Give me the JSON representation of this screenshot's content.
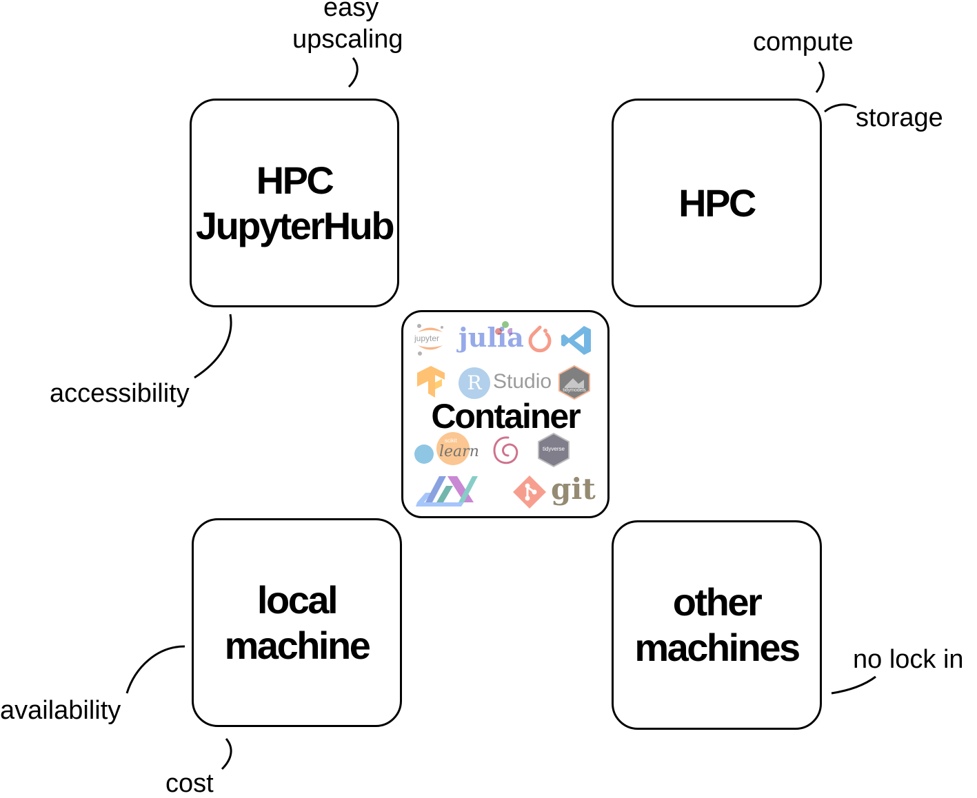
{
  "boxes": {
    "hpc_jupyterhub": {
      "line1": "HPC",
      "line2": "JupyterHub"
    },
    "hpc": {
      "label": "HPC"
    },
    "local_machine": {
      "line1": "local",
      "line2": "machine"
    },
    "other_machines": {
      "line1": "other",
      "line2": "machines"
    },
    "container": {
      "label": "Container"
    }
  },
  "annotations": {
    "easy": "easy",
    "upscaling": "upscaling",
    "compute": "compute",
    "storage": "storage",
    "accessibility": "accessibility",
    "availability": "availability",
    "cost": "cost",
    "no_lock_in": "no lock in"
  },
  "logos": {
    "jupyter": "jupyter",
    "julia": "julia",
    "rstudio_r": "R",
    "rstudio": "Studio",
    "tidymodels": "tidymodels",
    "sklearn_small": "scikit",
    "sklearn": "learn",
    "tidyverse": "tidyverse",
    "git": "git"
  },
  "colors": {
    "jupyter": "#f37726",
    "julia_blue": "#4063d8",
    "pytorch": "#ee4c2c",
    "vscode": "#007acc",
    "tensorflow": "#ff8f00",
    "rstudio": "#75aadb",
    "debian": "#a80030",
    "git": "#f05033",
    "git_text": "#3e2c00",
    "sklearn_orange": "#f89939",
    "sklearn_blue": "#3499cd"
  }
}
